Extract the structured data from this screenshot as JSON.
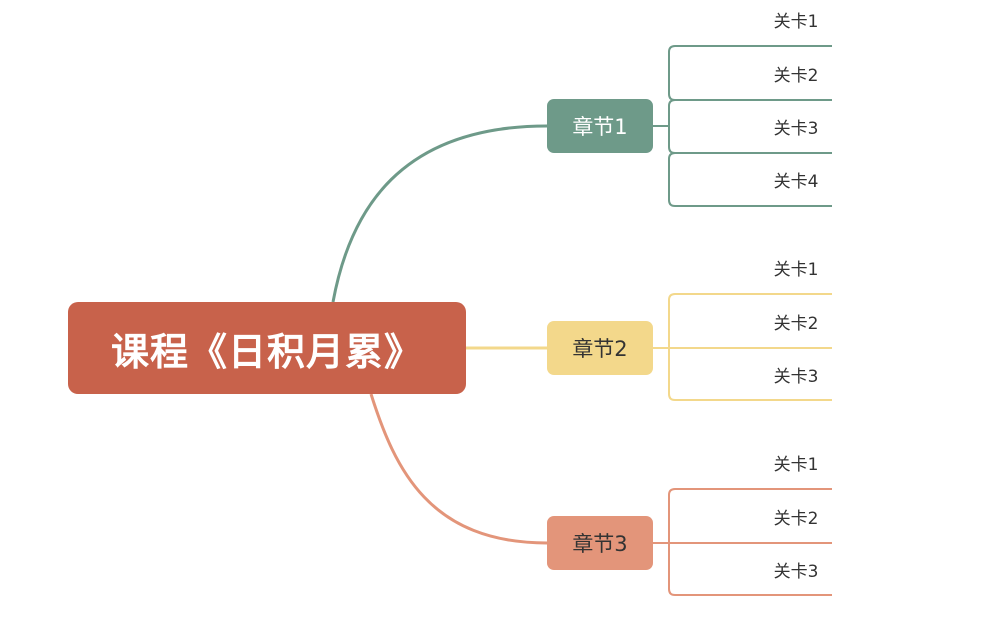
{
  "root": {
    "label": "课程《日积月累》",
    "color": "#c8624b"
  },
  "chapters": [
    {
      "label": "章节1",
      "color": "#6e9a89",
      "levels": [
        "关卡1",
        "关卡2",
        "关卡3",
        "关卡4"
      ]
    },
    {
      "label": "章节2",
      "color": "#f3d88b",
      "levels": [
        "关卡1",
        "关卡2",
        "关卡3"
      ]
    },
    {
      "label": "章节3",
      "color": "#e3957a",
      "levels": [
        "关卡1",
        "关卡2",
        "关卡3"
      ]
    }
  ]
}
